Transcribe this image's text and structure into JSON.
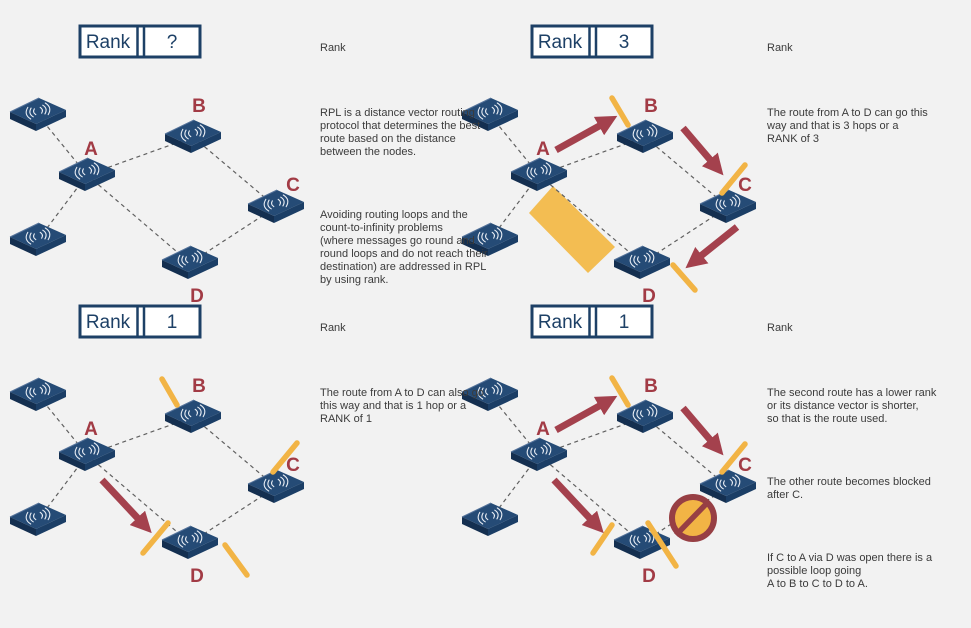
{
  "title": "RPL rank distance-vector routing explanation diagram",
  "colors": {
    "background": "#f2f2f2",
    "rank_box_navy": "#1d4066",
    "node_top_blue": "#254b76",
    "node_side_blue": "#142f50",
    "label_red": "#a23b45",
    "arrow_red": "#a4414d",
    "block_yellow": "#f2b445",
    "no_entry_ring_red": "#973f44",
    "dashed_link_gray": "#606060",
    "notes_text_gray": "#3b3b3b"
  },
  "quadrants": [
    {
      "rank_box": {
        "label": "Rank",
        "value": "?"
      },
      "nodes": {
        "a": "A",
        "b": "B",
        "c": "C",
        "d": "D"
      },
      "notes": {
        "heading": "Rank",
        "p1": "RPL is a distance vector routing\nprotocol that determines the best\nroute based on the distance\nbetween the nodes.",
        "p2": "Avoiding routing loops and the\ncount-to-infinity problems\n(where messages go round and\nround loops and do not reach their\ndestination) are addressed in RPL\nby using rank."
      }
    },
    {
      "rank_box": {
        "label": "Rank",
        "value": "3"
      },
      "nodes": {
        "a": "A",
        "b": "B",
        "c": "C",
        "d": "D"
      },
      "notes": {
        "heading": "Rank",
        "p1": "The route from A to D can go this\nway and that is 3 hops or a\nRANK of 3"
      }
    },
    {
      "rank_box": {
        "label": "Rank",
        "value": "1"
      },
      "nodes": {
        "a": "A",
        "b": "B",
        "c": "C",
        "d": "D"
      },
      "notes": {
        "heading": "Rank",
        "p1": "The route from A to D can also go\nthis way and that is 1 hop or a\nRANK of 1"
      }
    },
    {
      "rank_box": {
        "label": "Rank",
        "value": "1"
      },
      "nodes": {
        "a": "A",
        "b": "B",
        "c": "C",
        "d": "D"
      },
      "notes": {
        "heading": "Rank",
        "p1": "The second route has a lower rank\nor its distance vector is shorter,\nso that is the route used.",
        "p2": "The other route becomes blocked\nafter C.",
        "p3": "If C to A via D was open there is a\npossible loop going\nA to B to C to D to A."
      }
    }
  ]
}
